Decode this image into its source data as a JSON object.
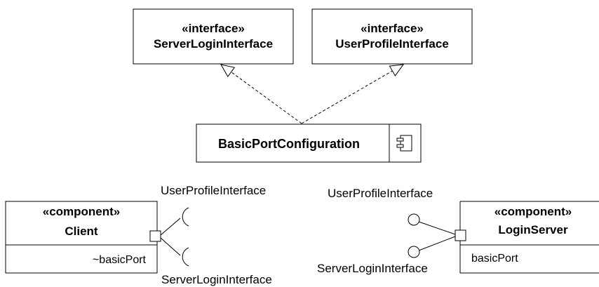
{
  "interfaces": [
    {
      "stereotype": "«interface»",
      "name": "ServerLoginInterface"
    },
    {
      "stereotype": "«interface»",
      "name": "UserProfileInterface"
    }
  ],
  "configuration": {
    "name": "BasicPortConfiguration",
    "icon": "component-icon"
  },
  "client": {
    "stereotype": "«component»",
    "name": "Client",
    "port": "~basicPort",
    "required_top_label": "UserProfileInterface",
    "required_bottom_label": "ServerLoginInterface"
  },
  "login_server": {
    "stereotype": "«component»",
    "name": "LoginServer",
    "port": "basicPort",
    "provided_top_label": "UserProfileInterface",
    "provided_bottom_label": "ServerLoginInterface"
  },
  "colors": {
    "line": "#000000",
    "background": "#ffffff"
  }
}
